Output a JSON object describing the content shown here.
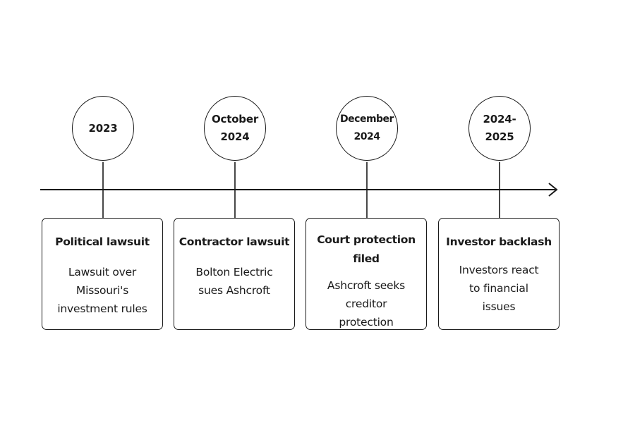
{
  "timeline": {
    "events": [
      {
        "date": "2023",
        "title": "Political lawsuit",
        "description": "Lawsuit over\nMissouri's\ninvestment rules"
      },
      {
        "date": "October\n2024",
        "title": "Contractor lawsuit",
        "description": "Bolton Electric\nsues Ashcroft"
      },
      {
        "date": "December\n2024",
        "title": "Court protection\nfiled",
        "description": "Ashcroft seeks\ncreditor\nprotection"
      },
      {
        "date": "2024-\n2025",
        "title": "Investor backlash",
        "description": "Investors react\nto financial\nissues"
      }
    ]
  }
}
